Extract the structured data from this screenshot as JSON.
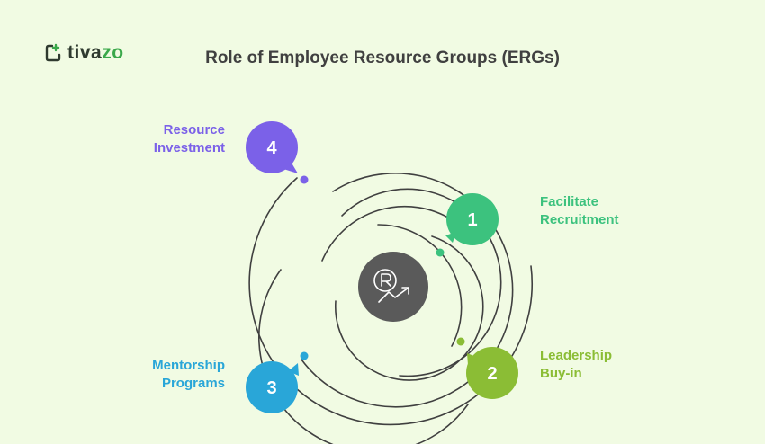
{
  "brand": {
    "name_main": "tiva",
    "name_accent": "zo"
  },
  "title": "Role of Employee Resource Groups (ERGs)",
  "center_icon": "rupee-growth-icon",
  "colors": {
    "background": "#f1fbe3",
    "step1": "#3cc27e",
    "step2": "#8bbd35",
    "step3": "#29a6d8",
    "step4": "#7b61e8",
    "center": "#5a5a5a",
    "lines": "#404040"
  },
  "steps": [
    {
      "number": "1",
      "line1": "Facilitate",
      "line2": "Recruitment"
    },
    {
      "number": "2",
      "line1": "Leadership",
      "line2": "Buy-in"
    },
    {
      "number": "3",
      "line1": "Mentorship",
      "line2": "Programs"
    },
    {
      "number": "4",
      "line1": "Resource",
      "line2": "Investment"
    }
  ]
}
